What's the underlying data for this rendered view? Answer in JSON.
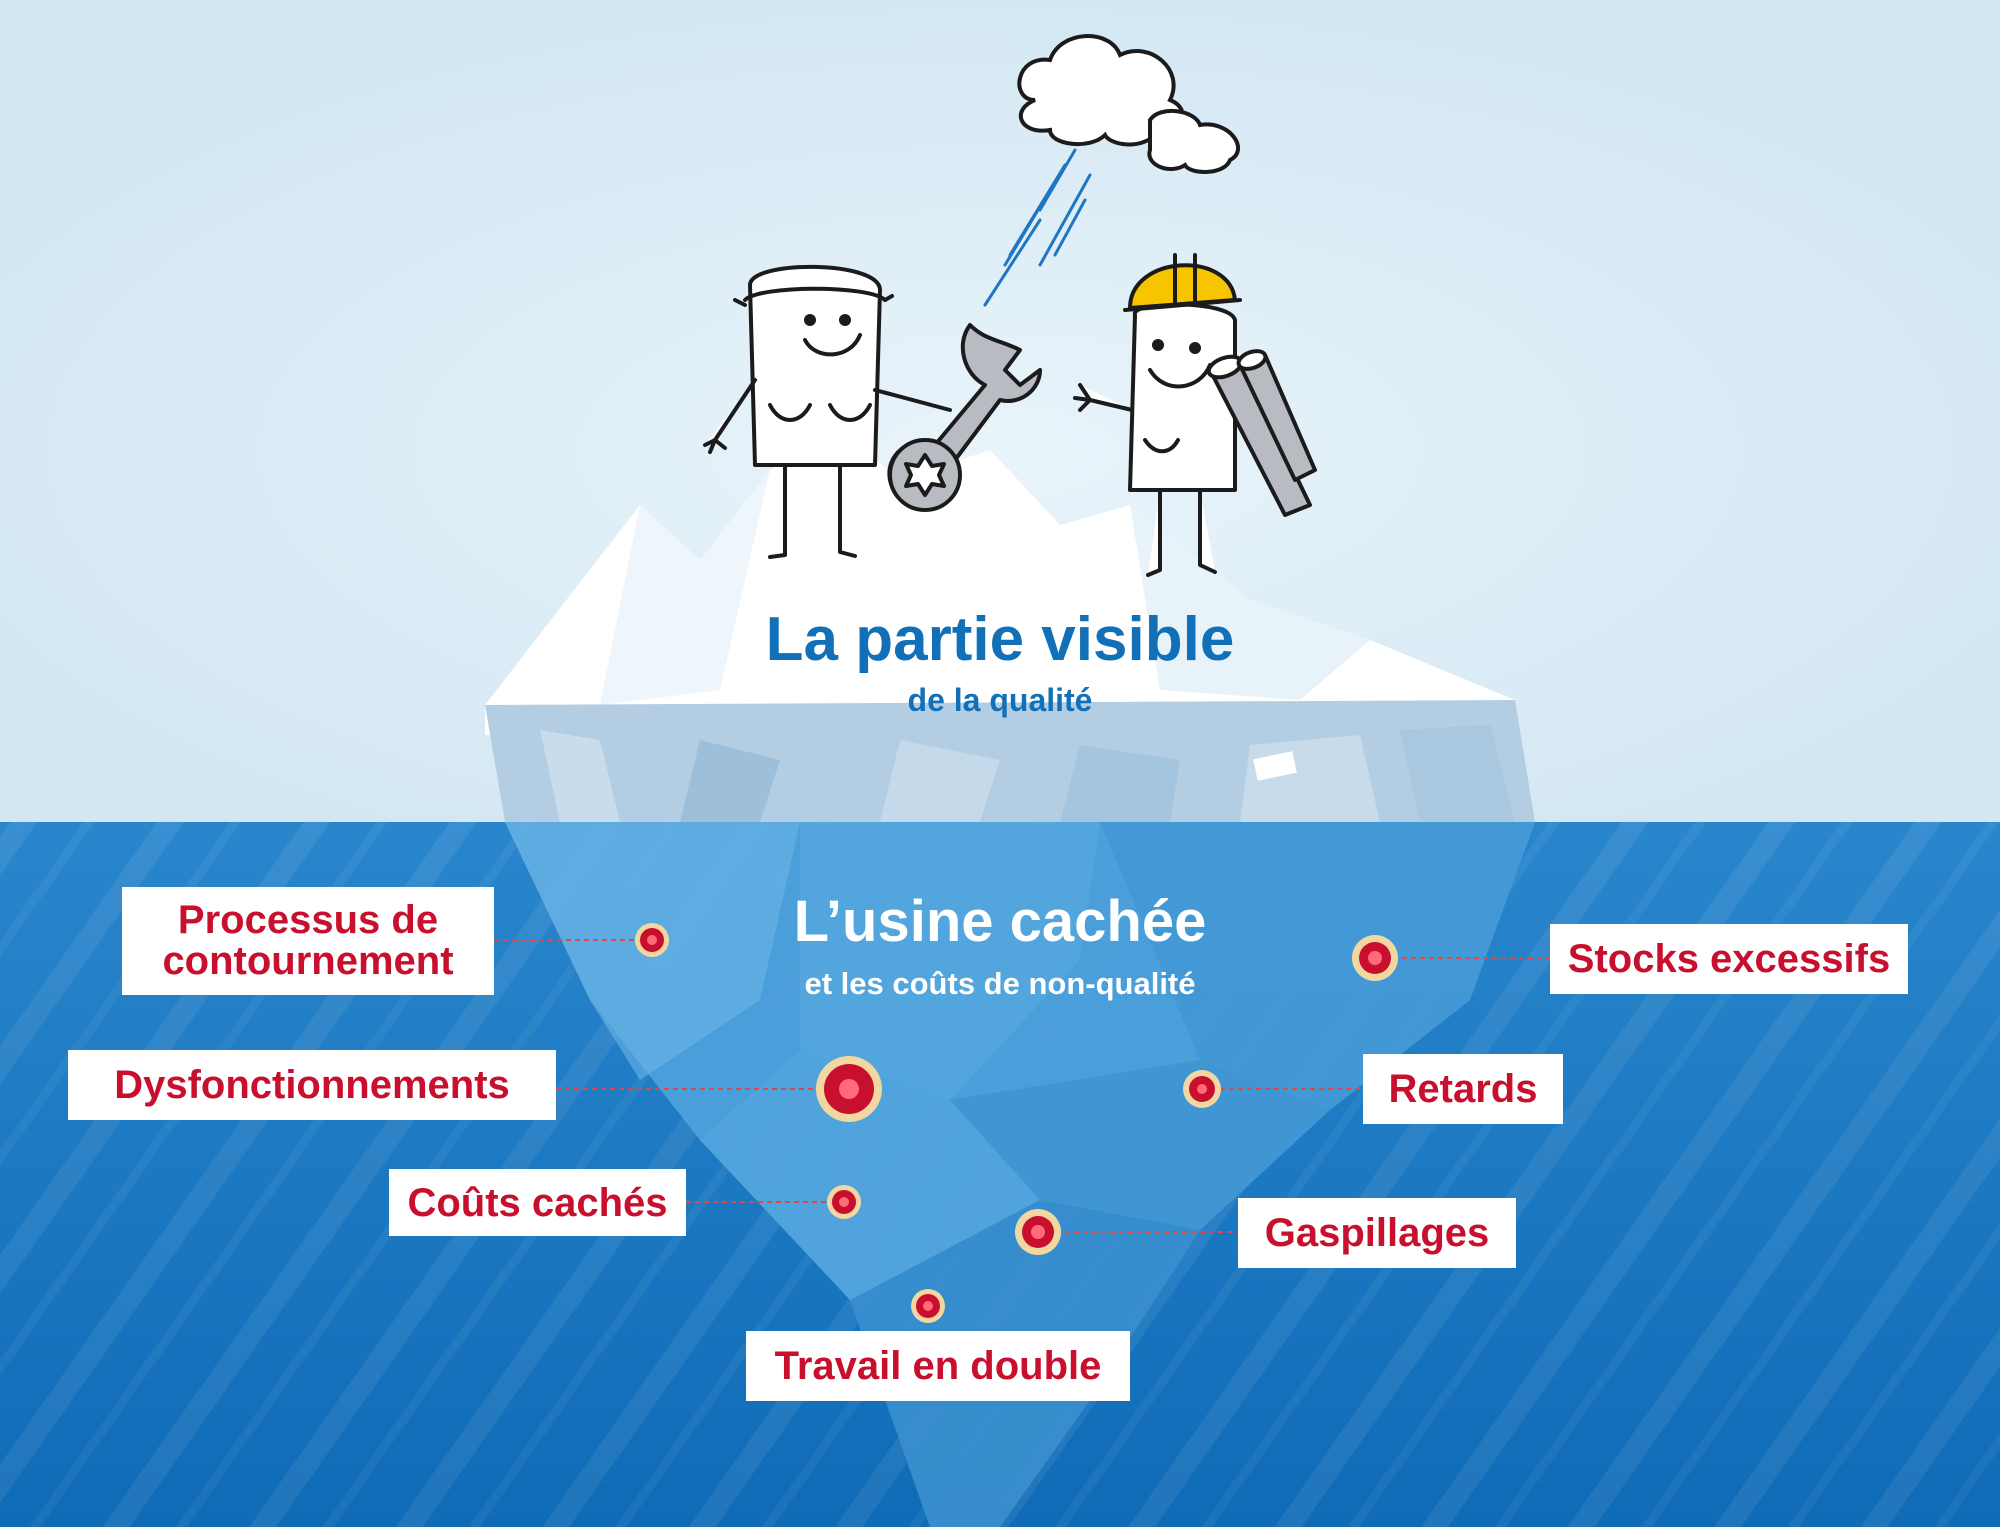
{
  "visible": {
    "title": "La partie visible",
    "subtitle": "de la qualité"
  },
  "hidden": {
    "title": "L’usine cachée",
    "subtitle": "et les coûts de non-qualité"
  },
  "labels": {
    "processus": "Processus de contournement",
    "dysfonctionnements": "Dysfonctionnements",
    "couts_caches": "Coûts cachés",
    "travail_double": "Travail en double",
    "stocks": "Stocks excessifs",
    "retards": "Retards",
    "gaspillages": "Gaspillages"
  },
  "icons": [
    "cloud-icon",
    "rain-icon",
    "worker-icon",
    "wrench-icon",
    "hard-hat-worker-icon",
    "blueprint-rolls-icon",
    "iceberg-icon",
    "marker-dot-icon"
  ],
  "colors": {
    "sky": "#d3e7f3",
    "sea": "#1a75c0",
    "title_blue": "#1170b8",
    "label_red": "#c8102e",
    "marker_ring": "#f3d7a0",
    "helmet_yellow": "#f7c500"
  }
}
